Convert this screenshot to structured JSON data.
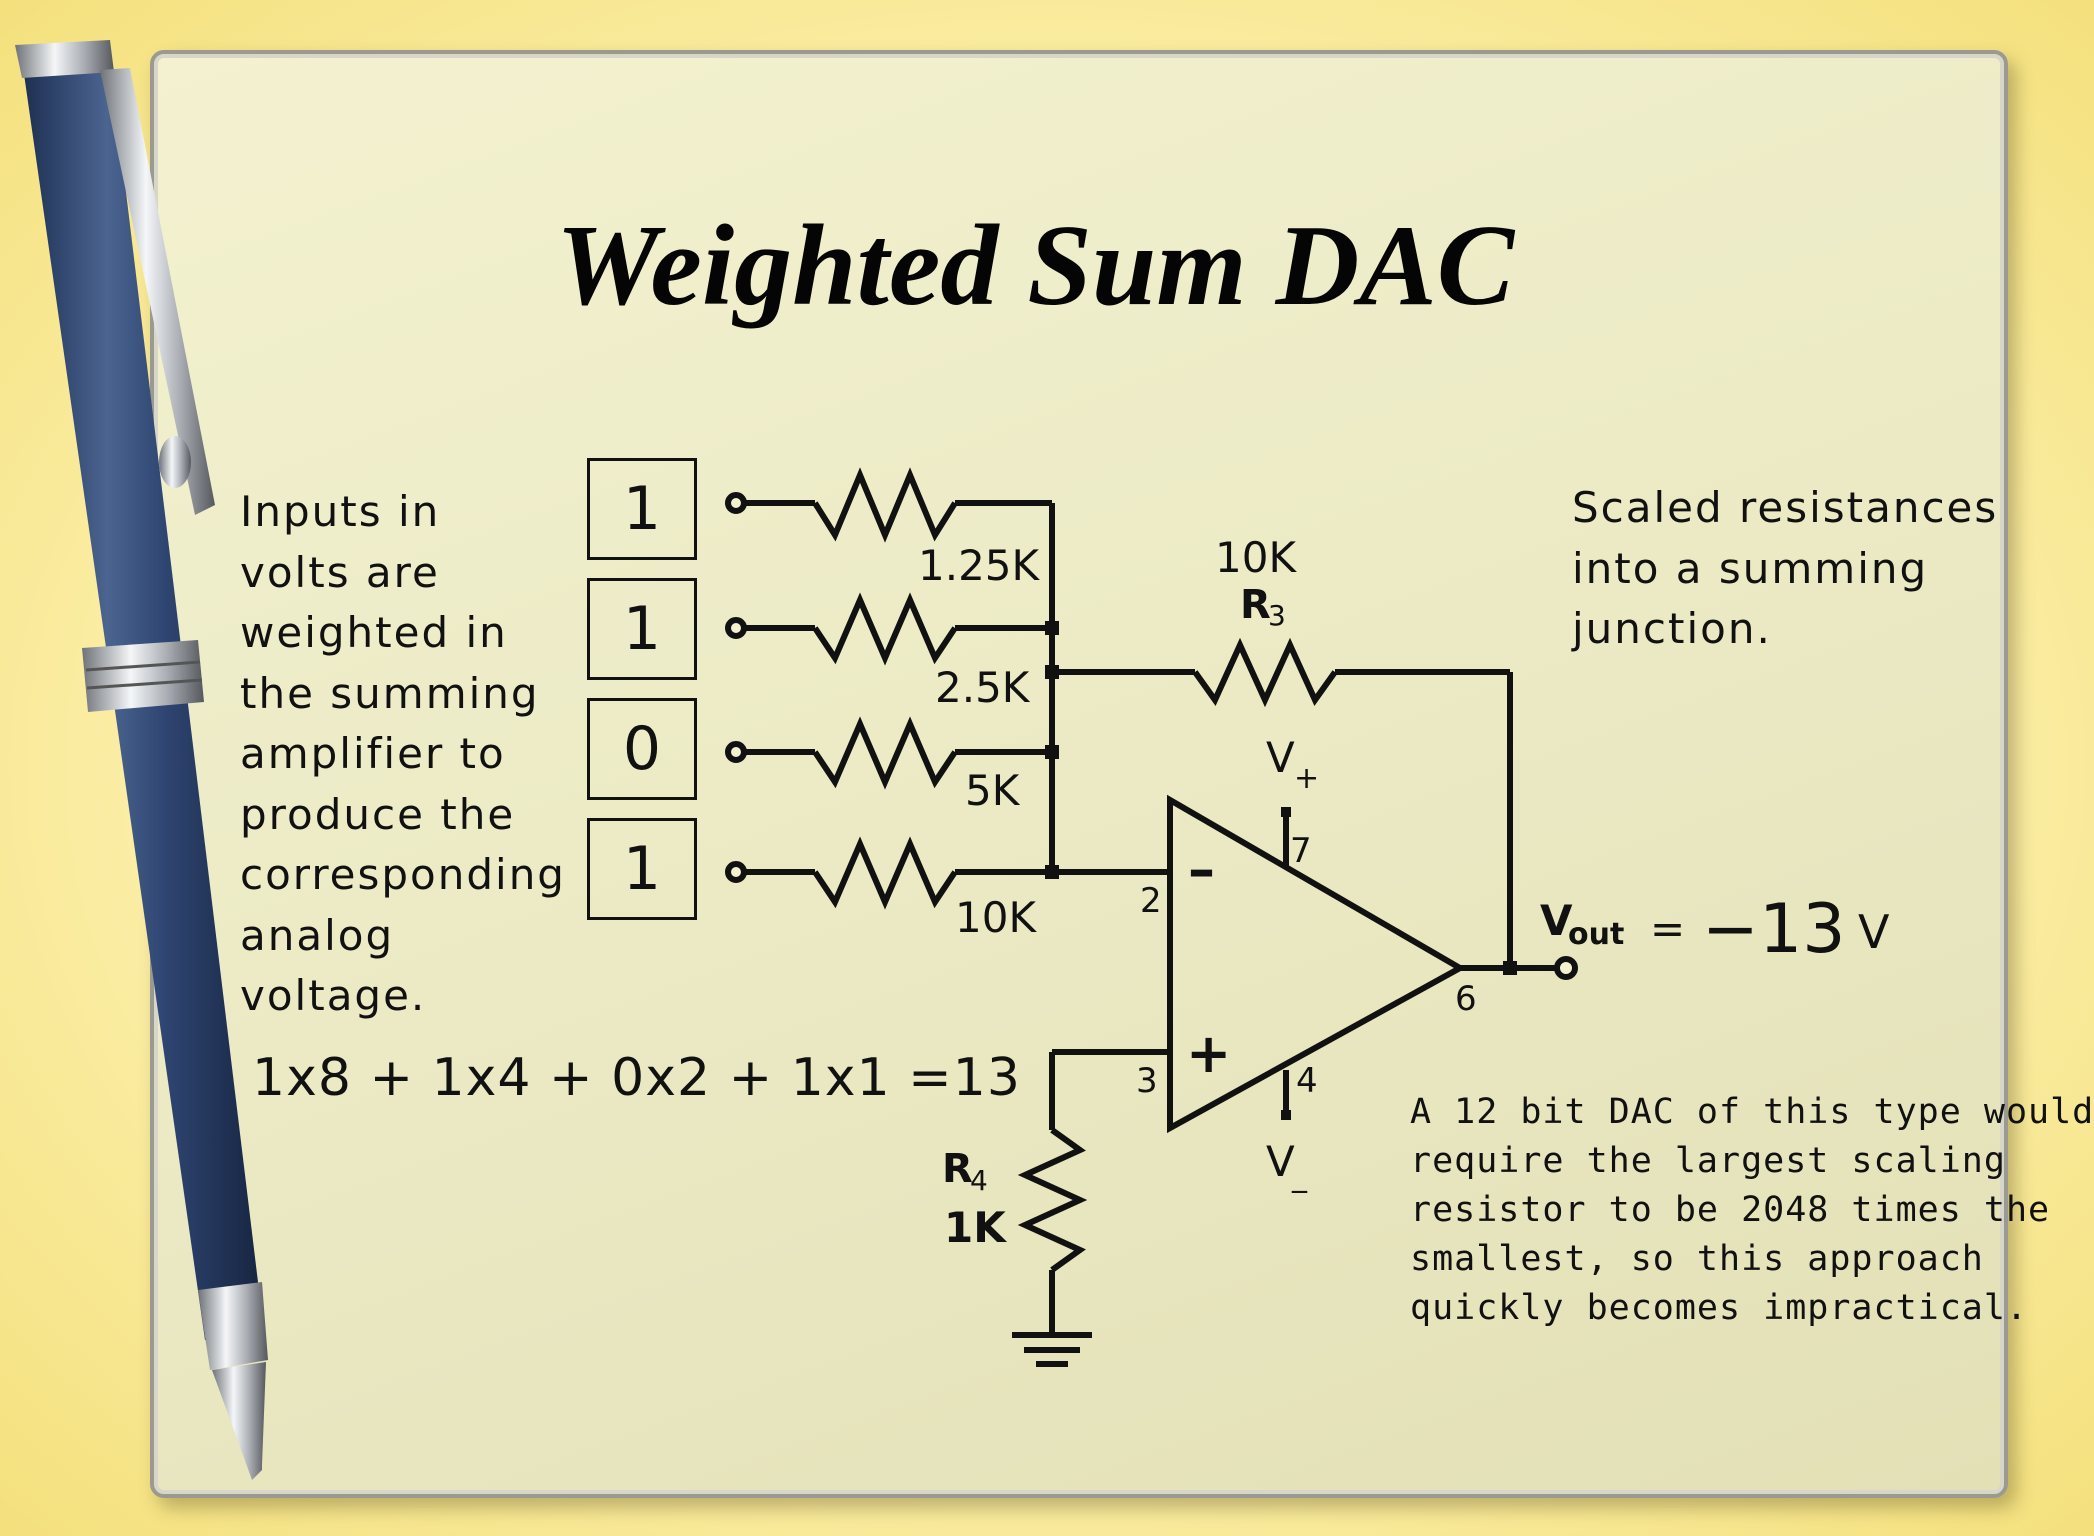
{
  "title": "Weighted Sum DAC",
  "left_text": [
    "Inputs in",
    "volts are",
    "weighted in",
    "the summing",
    "amplifier to",
    "produce the",
    "corresponding",
    "analog",
    "voltage."
  ],
  "equation": "1x8 + 1x4 + 0x2 + 1x1 =13",
  "right_top_text": [
    "Scaled resistances",
    "into a summing",
    "junction."
  ],
  "right_bottom_text": [
    "A 12 bit DAC of this type would",
    "require the largest scaling",
    "resistor to be 2048 times the",
    "smallest, so this approach",
    "quickly becomes impractical."
  ],
  "bits": [
    "1",
    "1",
    "0",
    "1"
  ],
  "resistors": [
    "1.25K",
    "2.5K",
    "5K",
    "10K"
  ],
  "feedback": {
    "value": "10K",
    "name": "R",
    "sub": "3"
  },
  "ground_resistor": {
    "name": "R",
    "sub": "4",
    "value": "1K"
  },
  "opamp": {
    "pin_inverting": "2",
    "pin_noninverting": "3",
    "pin_output": "6",
    "pin_vplus": "7",
    "pin_vminus": "4",
    "vplus": "V",
    "vplus_sub": "+",
    "vminus": "V",
    "vminus_sub": "_",
    "minus_sign": "–",
    "plus_sign": "+"
  },
  "output": {
    "label": "V",
    "label_sub": "out",
    "equals": "=",
    "value": "−13",
    "unit": "V"
  }
}
